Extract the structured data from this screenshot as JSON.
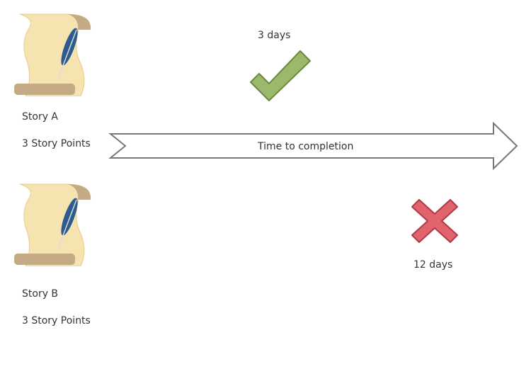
{
  "stories": [
    {
      "name": "Story A",
      "points": "3 Story Points",
      "duration": "3 days",
      "outcome": "check-icon"
    },
    {
      "name": "Story B",
      "points": "3 Story Points",
      "duration": "12 days",
      "outcome": "cross-icon"
    }
  ],
  "timeline": {
    "label": "Time to completion"
  },
  "colors": {
    "scroll_paper": "#f6e4b0",
    "scroll_roll": "#c4aa85",
    "quill": "#2d5b8f",
    "check": "#9ab96a",
    "cross": "#e0636e"
  }
}
